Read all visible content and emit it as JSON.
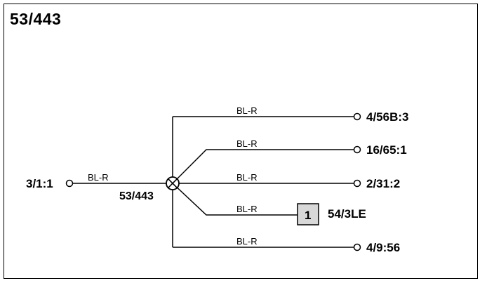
{
  "diagram": {
    "title": "53/443",
    "splice": {
      "label": "53/443"
    },
    "input": {
      "terminal": "3/1:1",
      "wire_color": "BL-R"
    },
    "branches": [
      {
        "wire_color": "BL-R",
        "terminal": "4/56B:3"
      },
      {
        "wire_color": "BL-R",
        "terminal": "16/65:1"
      },
      {
        "wire_color": "BL-R",
        "terminal": "2/31:2"
      },
      {
        "wire_color": "BL-R",
        "terminal": "54/3LE",
        "connector_box": "1"
      },
      {
        "wire_color": "BL-R",
        "terminal": "4/9:56"
      }
    ]
  }
}
